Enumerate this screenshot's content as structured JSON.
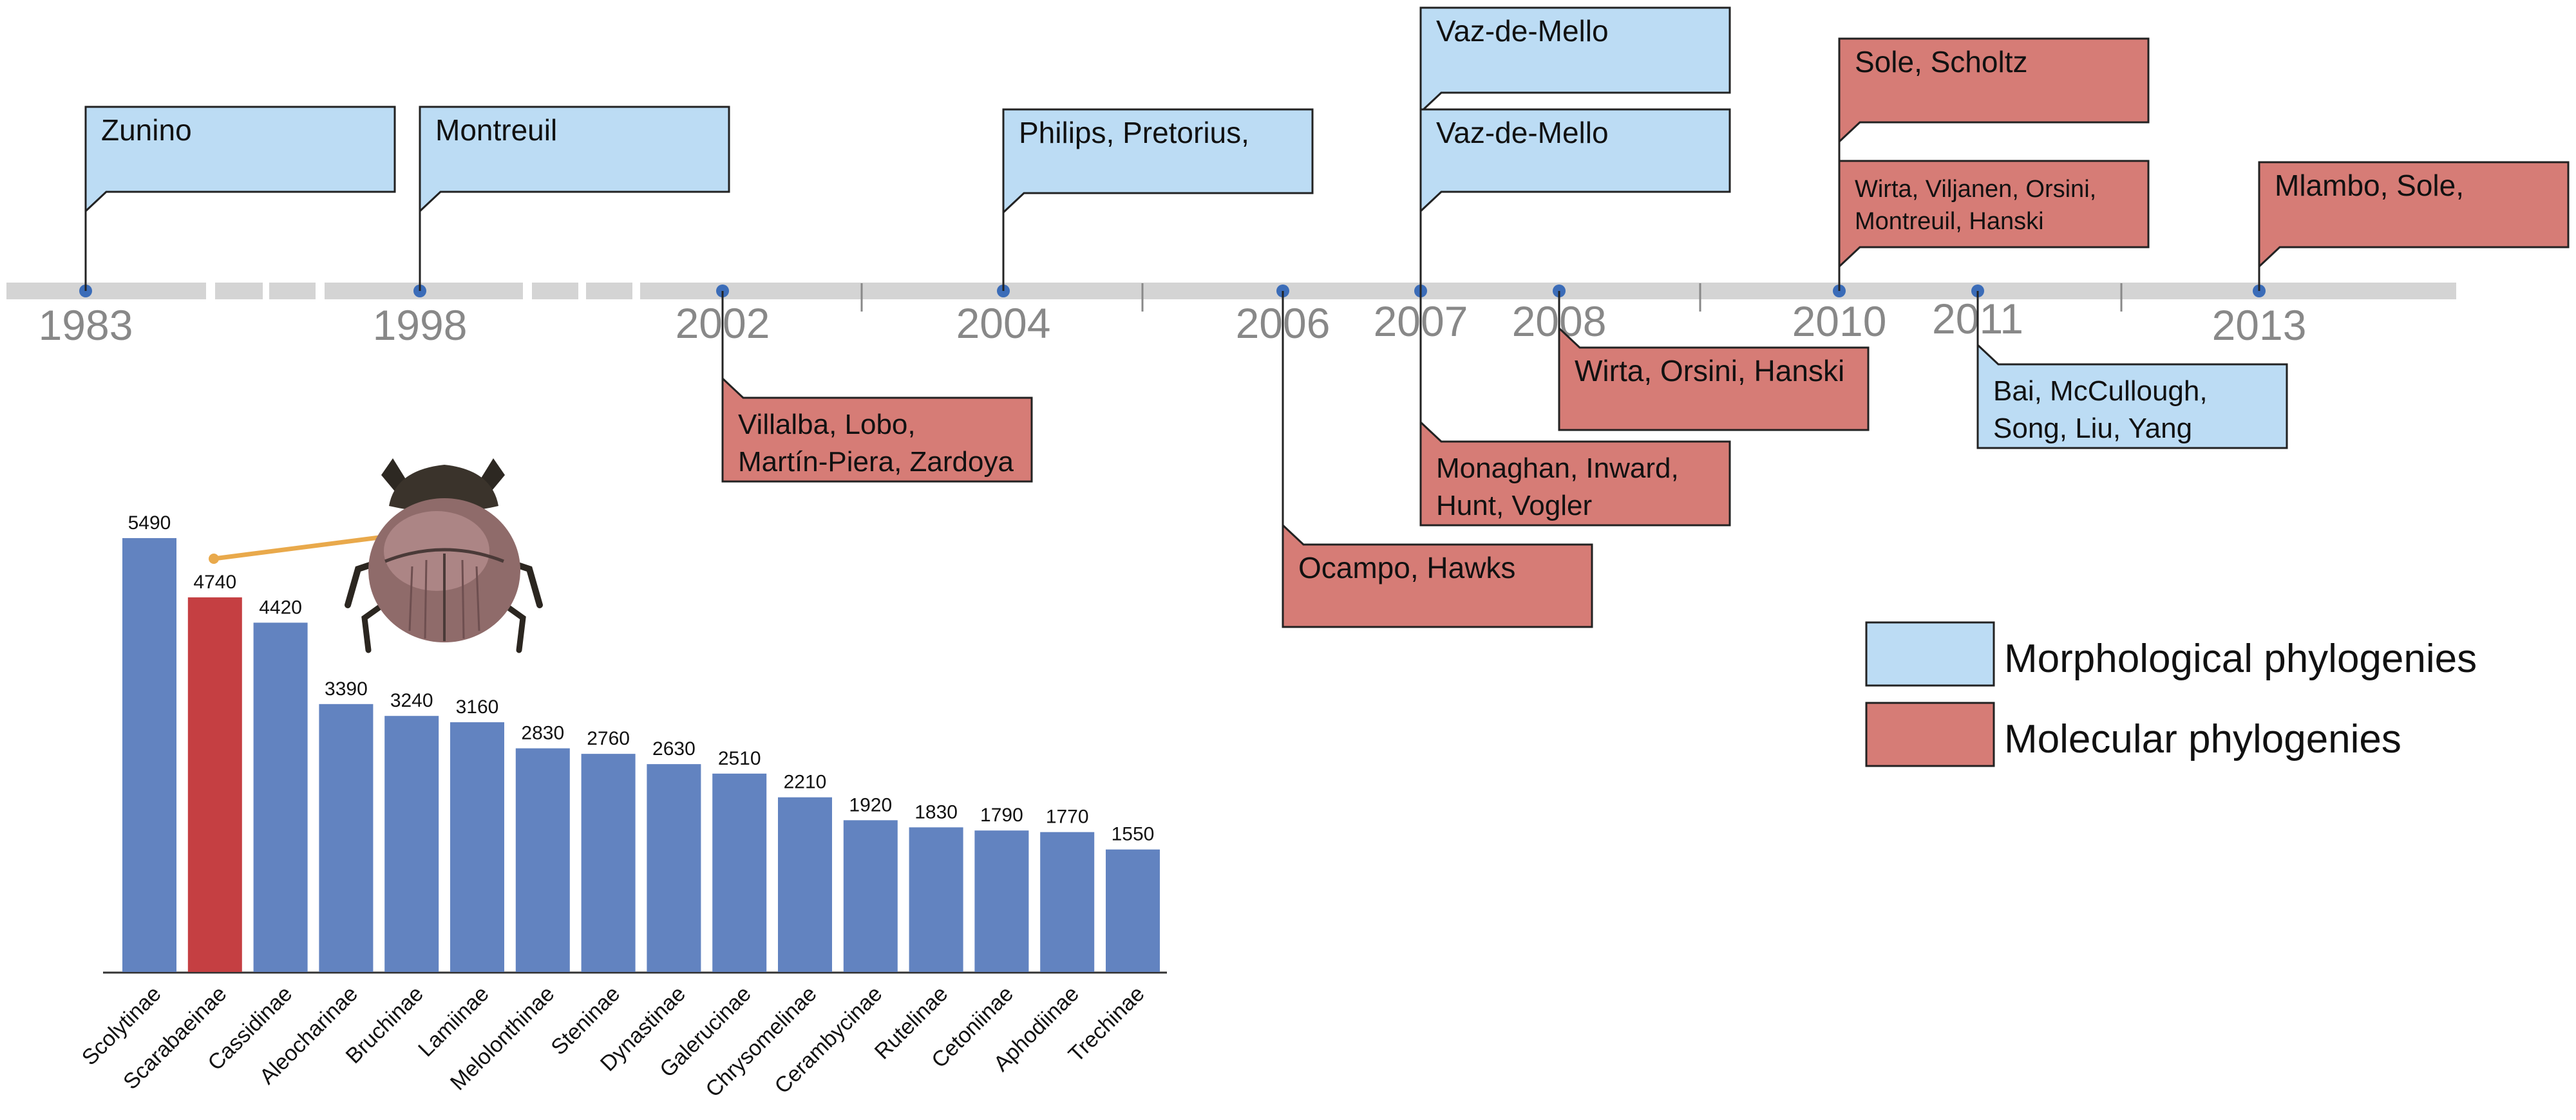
{
  "timeline": {
    "years": [
      {
        "id": "1983",
        "label": "1983"
      },
      {
        "id": "1998",
        "label": "1998"
      },
      {
        "id": "2002",
        "label": "2002"
      },
      {
        "id": "2004",
        "label": "2004"
      },
      {
        "id": "2006",
        "label": "2006"
      },
      {
        "id": "2007",
        "label": "2007"
      },
      {
        "id": "2008",
        "label": "2008"
      },
      {
        "id": "2010",
        "label": "2010"
      },
      {
        "id": "2011",
        "label": "2011"
      },
      {
        "id": "2013",
        "label": "2013"
      }
    ],
    "studies": [
      {
        "id": "zunino",
        "year": "1983",
        "type": "morphological",
        "lines": [
          "Zunino"
        ]
      },
      {
        "id": "montreuil",
        "year": "1998",
        "type": "morphological",
        "lines": [
          "Montreuil"
        ]
      },
      {
        "id": "villalba",
        "year": "2002",
        "type": "molecular",
        "lines": [
          "Villalba, Lobo,",
          "Martín-Piera, Zardoya"
        ]
      },
      {
        "id": "philips",
        "year": "2004",
        "type": "morphological",
        "lines": [
          "Philips, Pretorius,"
        ]
      },
      {
        "id": "ocampo",
        "year": "2006",
        "type": "molecular",
        "lines": [
          "Ocampo, Hawks"
        ]
      },
      {
        "id": "vaz-de-mello-1",
        "year": "2007",
        "type": "morphological",
        "lines": [
          "Vaz-de-Mello"
        ]
      },
      {
        "id": "vaz-de-mello-2",
        "year": "2007",
        "type": "morphological",
        "lines": [
          "Vaz-de-Mello"
        ]
      },
      {
        "id": "monaghan",
        "year": "2007",
        "type": "molecular",
        "lines": [
          "Monaghan, Inward,",
          "Hunt, Vogler"
        ]
      },
      {
        "id": "wirta-2008",
        "year": "2008",
        "type": "molecular",
        "lines": [
          "Wirta, Orsini, Hanski"
        ]
      },
      {
        "id": "sole-scholtz",
        "year": "2010",
        "type": "molecular",
        "lines": [
          "Sole, Scholtz"
        ]
      },
      {
        "id": "wirta-2010",
        "year": "2010",
        "type": "molecular",
        "lines": [
          "Wirta, Viljanen, Orsini,",
          "Montreuil, Hanski"
        ]
      },
      {
        "id": "bai",
        "year": "2011",
        "type": "morphological",
        "lines": [
          "Bai, McCullough,",
          "Song, Liu, Yang"
        ]
      },
      {
        "id": "mlambo",
        "year": "2013",
        "type": "molecular",
        "lines": [
          "Mlambo, Sole,"
        ]
      }
    ]
  },
  "legend": {
    "morphological": "Morphological phylogenies",
    "molecular": "Molecular phylogenies"
  },
  "colors": {
    "morphological_fill": "#bcdcf4",
    "molecular_fill": "#d67c76",
    "bar_default": "#6283c0",
    "bar_highlight": "#c53f42",
    "timeline_bar": "#d4d4d4",
    "year_text": "#888888",
    "point": "#3b6cb8",
    "pointer_line": "#e9a94b"
  },
  "chart_data": {
    "type": "bar",
    "categories": [
      "Scolytinae",
      "Scarabaeinae",
      "Cassidinae",
      "Aleocharinae",
      "Bruchinae",
      "Lamiinae",
      "Melolonthinae",
      "Steninae",
      "Dynastinae",
      "Galerucinae",
      "Chrysomelinae",
      "Cerambycinae",
      "Rutelinae",
      "Cetoniinae",
      "Aphodiinae",
      "Trechinae"
    ],
    "values": [
      5490,
      4740,
      4420,
      3390,
      3240,
      3160,
      2830,
      2760,
      2630,
      2510,
      2210,
      1920,
      1830,
      1790,
      1770,
      1550
    ],
    "highlight_index": 1,
    "ylim": [
      0,
      5800
    ],
    "title": "",
    "xlabel": "",
    "ylabel": ""
  },
  "illustration": {
    "icon": "dung-beetle-icon"
  }
}
